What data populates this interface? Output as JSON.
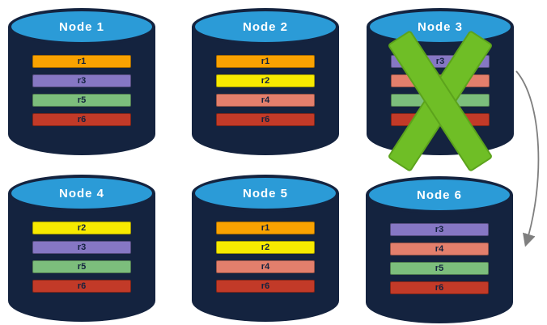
{
  "nodes": [
    {
      "label": "Node 1",
      "replicas": [
        {
          "id": "r1",
          "color": "#F9A201"
        },
        {
          "id": "r3",
          "color": "#8677C4"
        },
        {
          "id": "r5",
          "color": "#7CBE7C"
        },
        {
          "id": "r6",
          "color": "#C23A28"
        }
      ]
    },
    {
      "label": "Node 2",
      "replicas": [
        {
          "id": "r1",
          "color": "#F9A201"
        },
        {
          "id": "r2",
          "color": "#F7EA00"
        },
        {
          "id": "r4",
          "color": "#E37F6C"
        },
        {
          "id": "r6",
          "color": "#C23A28"
        }
      ]
    },
    {
      "label": "Node 3",
      "status": "failed",
      "replicas": [
        {
          "id": "r3",
          "color": "#8677C4"
        },
        {
          "id": "r4",
          "color": "#E37F6C"
        },
        {
          "id": "r5",
          "color": "#7CBE7C"
        },
        {
          "id": "r6",
          "color": "#C23A28"
        }
      ]
    },
    {
      "label": "Node 4",
      "replicas": [
        {
          "id": "r2",
          "color": "#F7EA00"
        },
        {
          "id": "r3",
          "color": "#8677C4"
        },
        {
          "id": "r5",
          "color": "#7CBE7C"
        },
        {
          "id": "r6",
          "color": "#C23A28"
        }
      ]
    },
    {
      "label": "Node 5",
      "replicas": [
        {
          "id": "r1",
          "color": "#F9A201"
        },
        {
          "id": "r2",
          "color": "#F7EA00"
        },
        {
          "id": "r4",
          "color": "#E37F6C"
        },
        {
          "id": "r6",
          "color": "#C23A28"
        }
      ]
    },
    {
      "label": "Node 6",
      "replicas": [
        {
          "id": "r3",
          "color": "#8677C4"
        },
        {
          "id": "r4",
          "color": "#E37F6C"
        },
        {
          "id": "r5",
          "color": "#7CBE7C"
        },
        {
          "id": "r6",
          "color": "#C23A28"
        }
      ]
    }
  ],
  "failure_mark": {
    "icon": "green-x",
    "color": "#6FBE26",
    "on_node": "Node 3"
  },
  "transfer_arrow": {
    "from": "Node 3",
    "to": "Node 6",
    "color": "#7F7F7F"
  },
  "colors": {
    "cylinder_body": "#14233F",
    "cylinder_top": "#2B9BD7",
    "node_label_text": "#FFFFFF",
    "bar_text": "#14233F"
  }
}
